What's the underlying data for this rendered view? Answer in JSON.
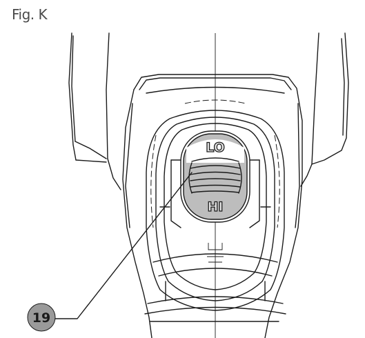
{
  "figure": {
    "caption": "Fig. K"
  },
  "switch": {
    "label_low": "LO",
    "label_high": "HI"
  },
  "callouts": [
    {
      "number": "19"
    }
  ],
  "colors": {
    "line": "#1a1a1a",
    "switch_fill": "#bdbdbd",
    "callout_fill": "#9a9a9a",
    "caption": "#4a4a4a"
  }
}
